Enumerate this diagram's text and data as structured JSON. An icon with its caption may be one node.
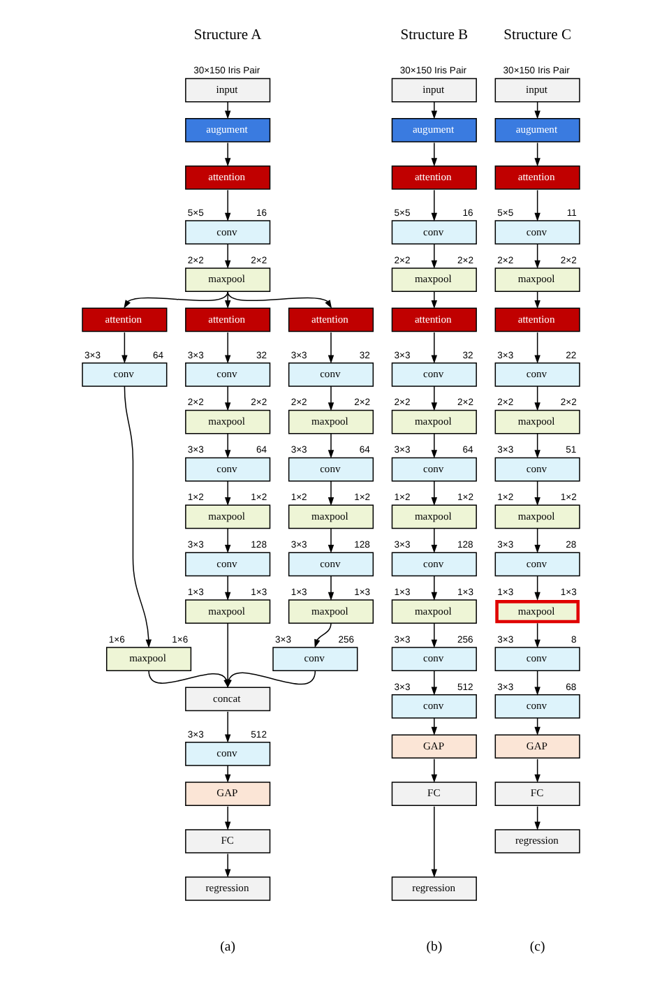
{
  "diagram": {
    "nodes": [
      {
        "text": [
          "input"
        ],
        "beside": [
          "30×150 Iris Pair"
        ]
      },
      {
        "text": [
          "augument"
        ]
      },
      {
        "text": [
          "attention"
        ]
      },
      {
        "text": [
          "conv"
        ],
        "beside": [
          "5×5",
          "16"
        ]
      },
      {
        "text": [
          "maxpool"
        ],
        "beside": [
          "2×2",
          "2×2"
        ]
      },
      {
        "text": [
          "attention"
        ]
      },
      {
        "text": [
          "conv"
        ],
        "beside": [
          "3×3",
          "64"
        ]
      },
      {
        "text": [
          "maxpool"
        ],
        "beside": [
          "1×6",
          "1×6"
        ]
      },
      {
        "text": [
          "attention"
        ]
      },
      {
        "text": [
          "conv"
        ],
        "beside": [
          "3×3",
          "32"
        ]
      },
      {
        "text": [
          "maxpool"
        ],
        "beside": [
          "2×2",
          "2×2"
        ]
      },
      {
        "text": [
          "conv"
        ],
        "beside": [
          "3×3",
          "64"
        ]
      },
      {
        "text": [
          "maxpool"
        ],
        "beside": [
          "1×2",
          "1×2"
        ]
      },
      {
        "text": [
          "conv"
        ],
        "beside": [
          "3×3",
          "128"
        ]
      },
      {
        "text": [
          "maxpool"
        ],
        "beside": [
          "1×3",
          "1×3"
        ]
      },
      {
        "text": [
          "attention"
        ]
      },
      {
        "text": [
          "conv"
        ],
        "beside": [
          "3×3",
          "32"
        ]
      },
      {
        "text": [
          "maxpool"
        ],
        "beside": [
          "2×2",
          "2×2"
        ]
      },
      {
        "text": [
          "conv"
        ],
        "beside": [
          "3×3",
          "64"
        ]
      },
      {
        "text": [
          "maxpool"
        ],
        "beside": [
          "1×2",
          "1×2"
        ]
      },
      {
        "text": [
          "conv"
        ],
        "beside": [
          "3×3",
          "128"
        ]
      },
      {
        "text": [
          "maxpool"
        ],
        "beside": [
          "1×3",
          "1×3"
        ]
      },
      {
        "text": [
          "conv"
        ],
        "beside": [
          "3×3",
          "256"
        ]
      },
      {
        "text": [
          "concat"
        ]
      },
      {
        "text": [
          "conv"
        ],
        "beside": [
          "3×3",
          "512"
        ]
      },
      {
        "text": [
          "GAP"
        ]
      },
      {
        "text": [
          "FC"
        ]
      },
      {
        "text": [
          "regression"
        ]
      },
      {
        "text": [
          "input"
        ],
        "beside": [
          "30×150 Iris Pair"
        ]
      },
      {
        "text": [
          "augument"
        ]
      },
      {
        "text": [
          "attention"
        ]
      },
      {
        "text": [
          "conv"
        ],
        "beside": [
          "5×5",
          "16"
        ]
      },
      {
        "text": [
          "maxpool"
        ],
        "beside": [
          "2×2",
          "2×2"
        ]
      },
      {
        "text": [
          "attention"
        ]
      },
      {
        "text": [
          "conv"
        ],
        "beside": [
          "3×3",
          "32"
        ]
      },
      {
        "text": [
          "maxpool"
        ],
        "beside": [
          "2×2",
          "2×2"
        ]
      },
      {
        "text": [
          "conv"
        ],
        "beside": [
          "3×3",
          "64"
        ]
      },
      {
        "text": [
          "maxpool"
        ],
        "beside": [
          "1×2",
          "1×2"
        ]
      },
      {
        "text": [
          "conv"
        ],
        "beside": [
          "3×3",
          "128"
        ]
      },
      {
        "text": [
          "maxpool"
        ],
        "beside": [
          "1×3",
          "1×3"
        ]
      },
      {
        "text": [
          "conv"
        ],
        "beside": [
          "3×3",
          "256"
        ]
      },
      {
        "text": [
          "conv"
        ],
        "beside": [
          "3×3",
          "512"
        ]
      },
      {
        "text": [
          "GAP"
        ]
      },
      {
        "text": [
          "FC"
        ]
      },
      {
        "text": [
          "regression"
        ]
      },
      {
        "text": [
          "input"
        ],
        "beside": [
          "30×150 Iris Pair"
        ]
      },
      {
        "text": [
          "augument"
        ]
      },
      {
        "text": [
          "attention"
        ]
      },
      {
        "text": [
          "conv"
        ],
        "beside": [
          "5×5",
          "11"
        ]
      },
      {
        "text": [
          "maxpool"
        ],
        "beside": [
          "2×2",
          "2×2"
        ]
      },
      {
        "text": [
          "attention"
        ]
      },
      {
        "text": [
          "conv"
        ],
        "beside": [
          "3×3",
          "22"
        ]
      },
      {
        "text": [
          "maxpool"
        ],
        "beside": [
          "2×2",
          "2×2"
        ]
      },
      {
        "text": [
          "conv"
        ],
        "beside": [
          "3×3",
          "51"
        ]
      },
      {
        "text": [
          "maxpool"
        ],
        "beside": [
          "1×2",
          "1×2"
        ]
      },
      {
        "text": [
          "conv"
        ],
        "beside": [
          "3×3",
          "28"
        ]
      },
      {
        "text": [
          "maxpool"
        ],
        "beside": [
          "1×3",
          "1×3"
        ]
      },
      {
        "text": [
          "conv"
        ],
        "beside": [
          "3×3",
          "8"
        ]
      },
      {
        "text": [
          "conv"
        ],
        "beside": [
          "3×3",
          "68"
        ]
      },
      {
        "text": [
          "GAP"
        ]
      },
      {
        "text": [
          "FC"
        ]
      },
      {
        "text": [
          "regression"
        ]
      }
    ],
    "edges": [
      {
        "from": 0,
        "to": 1,
        "arrow": "to"
      },
      {
        "from": 1,
        "to": 2,
        "arrow": "to"
      },
      {
        "from": 2,
        "to": 3,
        "arrow": "to"
      },
      {
        "from": 3,
        "to": 4,
        "arrow": "to"
      },
      {
        "from": 4,
        "to": 5,
        "arrow": "to"
      },
      {
        "from": 4,
        "to": 8,
        "arrow": "to"
      },
      {
        "from": 4,
        "to": 15,
        "arrow": "to"
      },
      {
        "from": 5,
        "to": 6,
        "arrow": "to"
      },
      {
        "from": 6,
        "to": 7,
        "arrow": "to"
      },
      {
        "from": 8,
        "to": 9,
        "arrow": "to"
      },
      {
        "from": 9,
        "to": 10,
        "arrow": "to"
      },
      {
        "from": 10,
        "to": 11,
        "arrow": "to"
      },
      {
        "from": 11,
        "to": 12,
        "arrow": "to"
      },
      {
        "from": 12,
        "to": 13,
        "arrow": "to"
      },
      {
        "from": 13,
        "to": 14,
        "arrow": "to"
      },
      {
        "from": 15,
        "to": 16,
        "arrow": "to"
      },
      {
        "from": 16,
        "to": 17,
        "arrow": "to"
      },
      {
        "from": 17,
        "to": 18,
        "arrow": "to"
      },
      {
        "from": 18,
        "to": 19,
        "arrow": "to"
      },
      {
        "from": 19,
        "to": 20,
        "arrow": "to"
      },
      {
        "from": 20,
        "to": 21,
        "arrow": "to"
      },
      {
        "from": 21,
        "to": 22,
        "arrow": "to"
      },
      {
        "from": 7,
        "to": 23,
        "arrow": "to"
      },
      {
        "from": 14,
        "to": 23,
        "arrow": "to"
      },
      {
        "from": 22,
        "to": 23,
        "arrow": "to"
      },
      {
        "from": 23,
        "to": 24,
        "arrow": "to"
      },
      {
        "from": 24,
        "to": 25,
        "arrow": "to"
      },
      {
        "from": 25,
        "to": 26,
        "arrow": "to"
      },
      {
        "from": 26,
        "to": 27,
        "arrow": "to"
      },
      {
        "from": 28,
        "to": 29,
        "arrow": "to"
      },
      {
        "from": 29,
        "to": 30,
        "arrow": "to"
      },
      {
        "from": 30,
        "to": 31,
        "arrow": "to"
      },
      {
        "from": 31,
        "to": 32,
        "arrow": "to"
      },
      {
        "from": 32,
        "to": 33,
        "arrow": "to"
      },
      {
        "from": 33,
        "to": 34,
        "arrow": "to"
      },
      {
        "from": 34,
        "to": 35,
        "arrow": "to"
      },
      {
        "from": 35,
        "to": 36,
        "arrow": "to"
      },
      {
        "from": 36,
        "to": 37,
        "arrow": "to"
      },
      {
        "from": 37,
        "to": 38,
        "arrow": "to"
      },
      {
        "from": 38,
        "to": 39,
        "arrow": "to"
      },
      {
        "from": 39,
        "to": 40,
        "arrow": "to"
      },
      {
        "from": 40,
        "to": 41,
        "arrow": "to"
      },
      {
        "from": 41,
        "to": 42,
        "arrow": "to"
      },
      {
        "from": 42,
        "to": 43,
        "arrow": "to"
      },
      {
        "from": 43,
        "to": 44,
        "arrow": "to"
      },
      {
        "from": 45,
        "to": 46,
        "arrow": "to"
      },
      {
        "from": 46,
        "to": 47,
        "arrow": "to"
      },
      {
        "from": 47,
        "to": 48,
        "arrow": "to"
      },
      {
        "from": 48,
        "to": 49,
        "arrow": "to"
      },
      {
        "from": 49,
        "to": 50,
        "arrow": "to"
      },
      {
        "from": 50,
        "to": 51,
        "arrow": "to"
      },
      {
        "from": 51,
        "to": 52,
        "arrow": "to"
      },
      {
        "from": 52,
        "to": 53,
        "arrow": "to"
      },
      {
        "from": 53,
        "to": 54,
        "arrow": "to"
      },
      {
        "from": 54,
        "to": 55,
        "arrow": "to"
      },
      {
        "from": 55,
        "to": 56,
        "arrow": "to"
      },
      {
        "from": 56,
        "to": 57,
        "arrow": "to"
      },
      {
        "from": 57,
        "to": 58,
        "arrow": "to"
      },
      {
        "from": 58,
        "to": 59,
        "arrow": "to"
      },
      {
        "from": 59,
        "to": 60,
        "arrow": "to"
      },
      {
        "from": 60,
        "to": 61,
        "arrow": "to"
      }
    ],
    "labels": [
      "Structure A",
      "Structure B",
      "Structure C",
      "(a)",
      "(b)",
      "(c)"
    ]
  }
}
